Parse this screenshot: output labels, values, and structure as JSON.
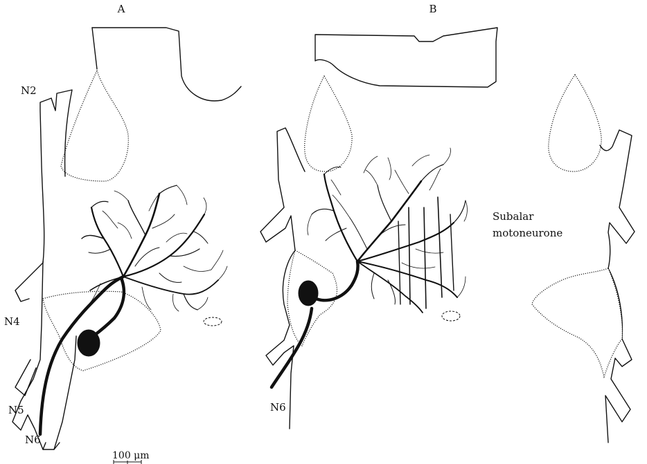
{
  "panels": {
    "a": {
      "label": "A"
    },
    "b": {
      "label": "B"
    }
  },
  "nerves": {
    "a_n2": "N2",
    "a_n4": "N4",
    "a_n5": "N5",
    "a_n6": "N6",
    "b_n6": "N6"
  },
  "annotation": {
    "line1": "Subalar",
    "line2": "motoneurone"
  },
  "scale_bar": {
    "label": "100 μm"
  }
}
